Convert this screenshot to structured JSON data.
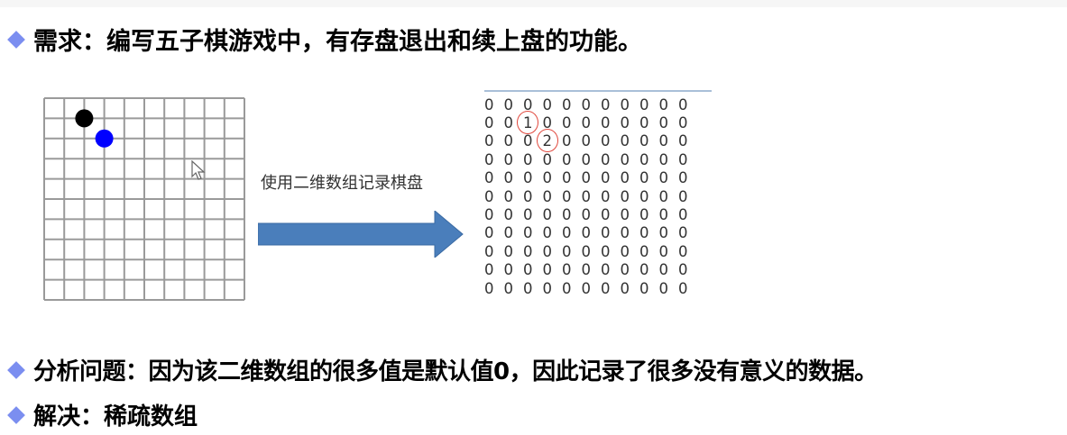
{
  "slide": {
    "requirement": {
      "label": "需求：编写五子棋游戏中，有存盘退出和续上盘的功能。"
    },
    "diagram": {
      "board": {
        "rows": 11,
        "cols": 11,
        "stones": [
          {
            "row": 1,
            "col": 2,
            "color": "#000000",
            "player": "black"
          },
          {
            "row": 2,
            "col": 3,
            "color": "#0000ff",
            "player": "blue"
          }
        ]
      },
      "arrow_label": "使用二维数组记录棋盘",
      "arrow_color": "#4a7ebb",
      "matrix": {
        "rows": [
          [
            "0",
            "0",
            "0",
            "0",
            "0",
            "0",
            "0",
            "0",
            "0",
            "0",
            "0"
          ],
          [
            "0",
            "0",
            "1",
            "0",
            "0",
            "0",
            "0",
            "0",
            "0",
            "0",
            "0"
          ],
          [
            "0",
            "0",
            "0",
            "2",
            "0",
            "0",
            "0",
            "0",
            "0",
            "0",
            "0"
          ],
          [
            "0",
            "0",
            "0",
            "0",
            "0",
            "0",
            "0",
            "0",
            "0",
            "0",
            "0"
          ],
          [
            "0",
            "0",
            "0",
            "0",
            "0",
            "0",
            "0",
            "0",
            "0",
            "0",
            "0"
          ],
          [
            "0",
            "0",
            "0",
            "0",
            "0",
            "0",
            "0",
            "0",
            "0",
            "0",
            "0"
          ],
          [
            "0",
            "0",
            "0",
            "0",
            "0",
            "0",
            "0",
            "0",
            "0",
            "0",
            "0"
          ],
          [
            "0",
            "0",
            "0",
            "0",
            "0",
            "0",
            "0",
            "0",
            "0",
            "0",
            "0"
          ],
          [
            "0",
            "0",
            "0",
            "0",
            "0",
            "0",
            "0",
            "0",
            "0",
            "0",
            "0"
          ],
          [
            "0",
            "0",
            "0",
            "0",
            "0",
            "0",
            "0",
            "0",
            "0",
            "0",
            "0"
          ],
          [
            "0",
            "0",
            "0",
            "0",
            "0",
            "0",
            "0",
            "0",
            "0",
            "0",
            "0"
          ]
        ],
        "circled": [
          [
            1,
            2
          ],
          [
            2,
            3
          ]
        ],
        "circle_color": "#e0453a"
      }
    },
    "analysis": {
      "label": "分析问题：因为该二维数组的很多值是默认值0，因此记录了很多没有意义的数据。"
    },
    "solution": {
      "label": "解决：稀疏数组"
    },
    "bullet_color": "#7b8ef0"
  }
}
